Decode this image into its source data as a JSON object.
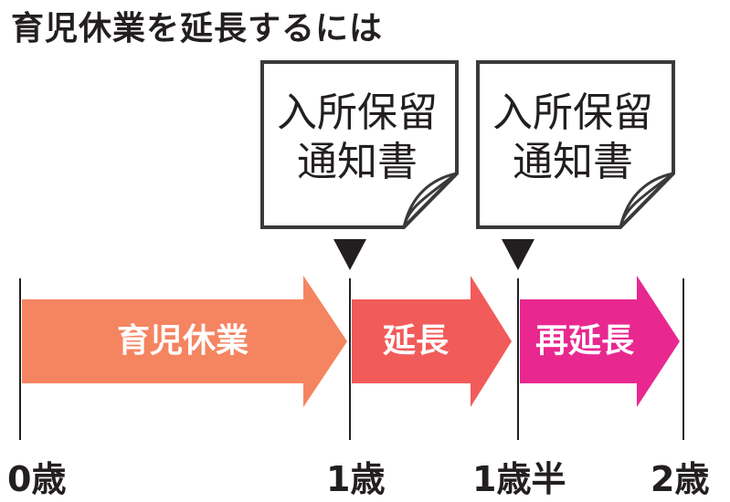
{
  "title": "育児休業を延長するには",
  "documents": [
    {
      "line1": "入所保留",
      "line2": "通知書"
    },
    {
      "line1": "入所保留",
      "line2": "通知書"
    }
  ],
  "periods": [
    {
      "label": "育児休業",
      "color": "#f58461"
    },
    {
      "label": "延長",
      "color": "#f15c5a"
    },
    {
      "label": "再延長",
      "color": "#e8288f"
    }
  ],
  "ages": [
    "0歳",
    "1歳",
    "1歳半",
    "2歳"
  ]
}
